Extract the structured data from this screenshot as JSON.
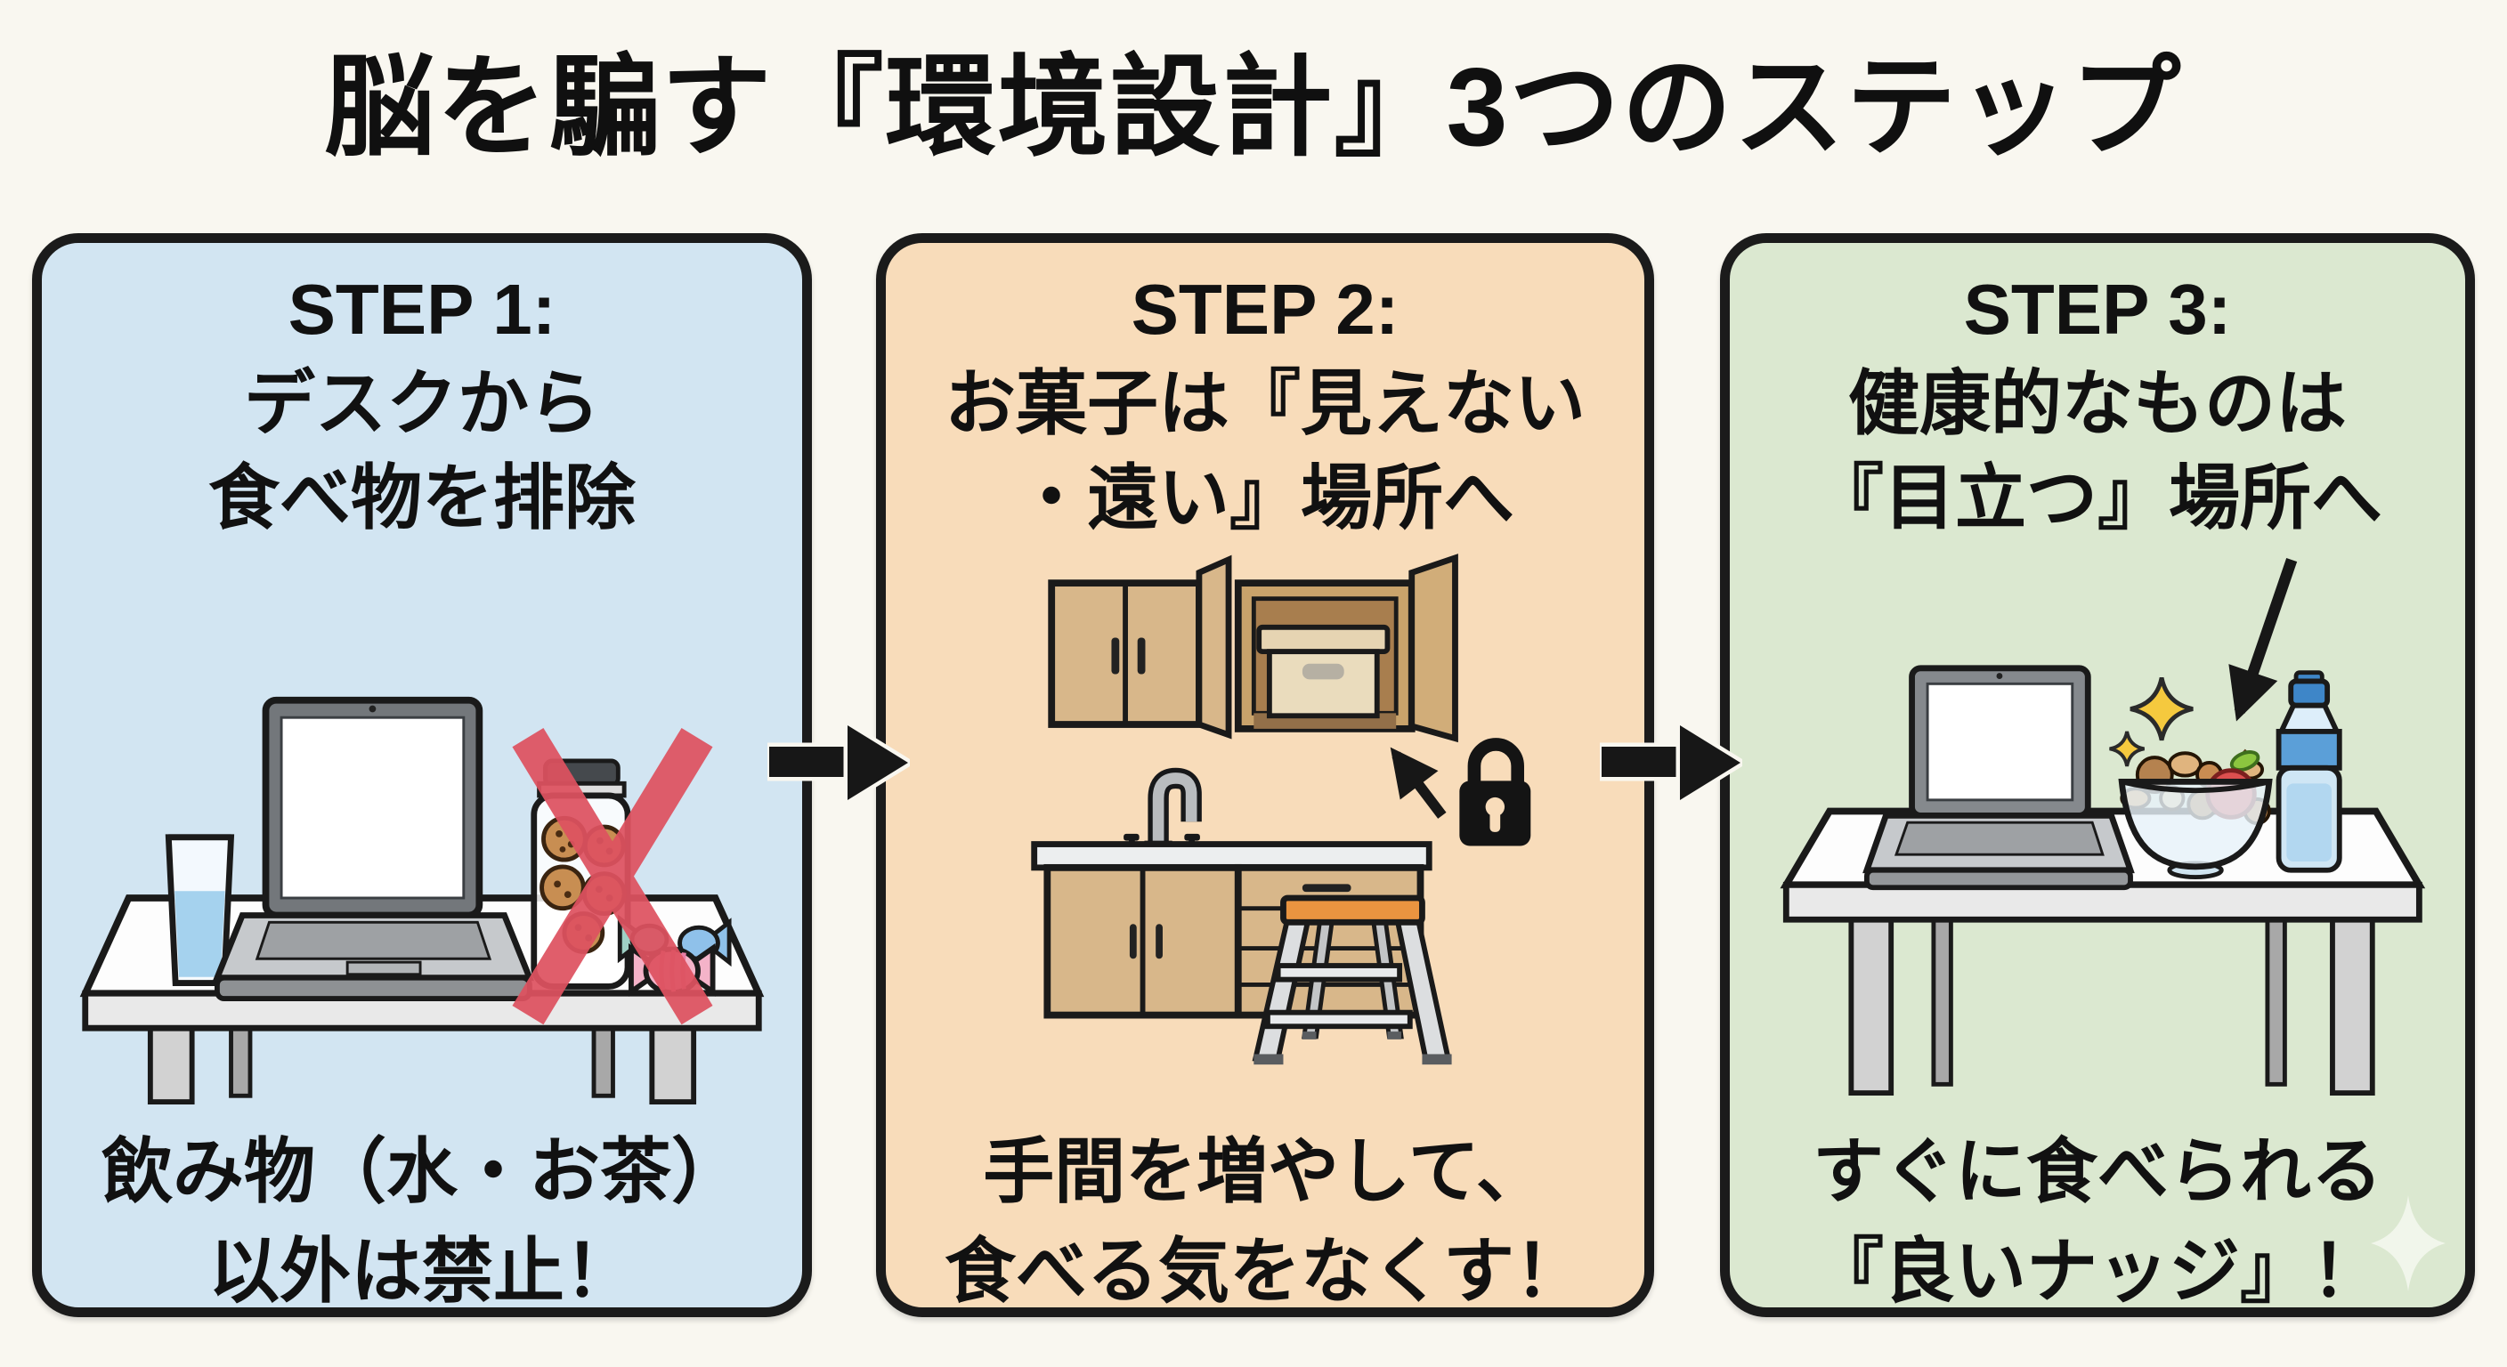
{
  "title": "脳を騙す『環境設計』3つのステップ",
  "colors": {
    "page_bg": "#f9f7f0",
    "border": "#1b1b1b",
    "flow_arrow": "#171717",
    "red_cross": "#de5260",
    "lock": "#141414",
    "sparkle_yellow": "#f5c93e"
  },
  "flow_arrows": [
    {
      "icon": "arrow-right",
      "from": "step1",
      "to": "step2"
    },
    {
      "icon": "arrow-right",
      "from": "step2",
      "to": "step3"
    }
  ],
  "panels": [
    {
      "bg_color": "#d2e5f2",
      "header_lines": [
        "STEP 1:",
        "デスクから",
        "食べ物を排除"
      ],
      "footer_lines": [
        "飲み物（水・お茶）",
        "以外は禁止！"
      ],
      "illustration": "desk with laptop and water glass, snack jar and candies crossed out in red"
    },
    {
      "bg_color": "#f8dcba",
      "header_lines": [
        "STEP 2:",
        "お菓子は『見えない",
        "・遠い』場所へ"
      ],
      "footer_lines": [
        "手間を増やして、",
        "食べる気をなくす！"
      ],
      "illustration": "snack box stored in high wall cabinet with padlock, kitchen counter and step ladder"
    },
    {
      "bg_color": "#dbe8d0",
      "header_lines": [
        "STEP 3:",
        "健康的なものは",
        "『目立つ』場所へ"
      ],
      "footer_lines": [
        "すぐに食べられる",
        "『良いナッジ』！"
      ],
      "illustration": "desk with laptop, sparkling bowl of nuts with apple and water bottle in prominent place"
    }
  ]
}
